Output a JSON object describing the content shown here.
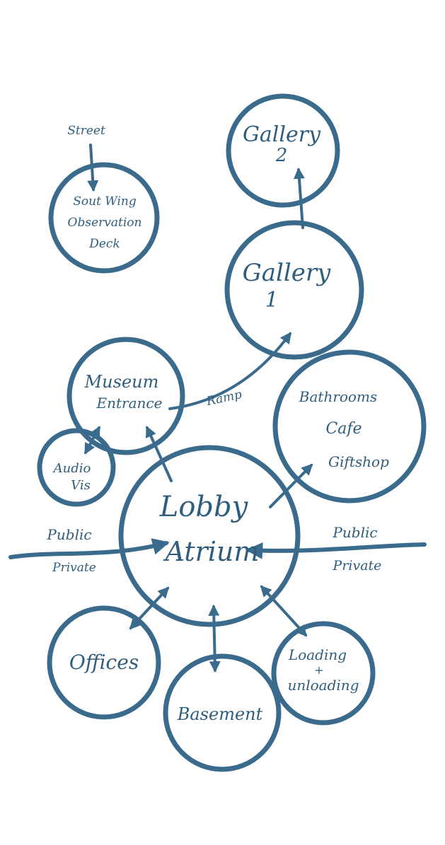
{
  "nodes": {
    "gallery2": [
      "Gallery",
      "2"
    ],
    "southwing": [
      "Sout Wing",
      "Observation",
      "Deck"
    ],
    "gallery1": [
      "Gallery",
      "1"
    ],
    "museum_entrance": [
      "Museum",
      "Entrance"
    ],
    "audio": [
      "Audio",
      "Vis"
    ],
    "amenities": [
      "Bathrooms",
      "Cafe",
      "Giftshop"
    ],
    "lobby": [
      "Lobby",
      "Atrium"
    ],
    "offices": [
      "Offices"
    ],
    "basement": [
      "Basement"
    ],
    "loading": [
      "Loading",
      "+",
      "unloading"
    ]
  },
  "labels": {
    "street": "Street",
    "ramp": "Ramp",
    "public_left": "Public",
    "private_left": "Private",
    "public_right": "Public",
    "private_right": "Private"
  },
  "colors": {
    "ink": "#3a6a8c"
  }
}
